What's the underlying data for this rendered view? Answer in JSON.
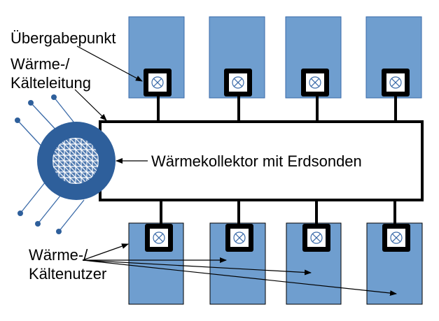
{
  "labels": {
    "transfer_point": "Übergabepunkt",
    "line_1": "Wärme-/",
    "line_2": "Kälteleitung",
    "collector": "Wärmekollektor mit Erdsonden",
    "users_1": "Wärme-/",
    "users_2": "Kältenutzer"
  },
  "colors": {
    "building_fill": "#6f9ecf",
    "building_stroke": "#3a6aa8",
    "borehole": "#2e5f9b",
    "line": "#000000"
  },
  "icons": {
    "transfer_valve": "circle-x-valve-icon",
    "ground_collector": "hatched-circle-icon"
  },
  "buildings_top_count": 4,
  "buildings_bottom_count": 4
}
